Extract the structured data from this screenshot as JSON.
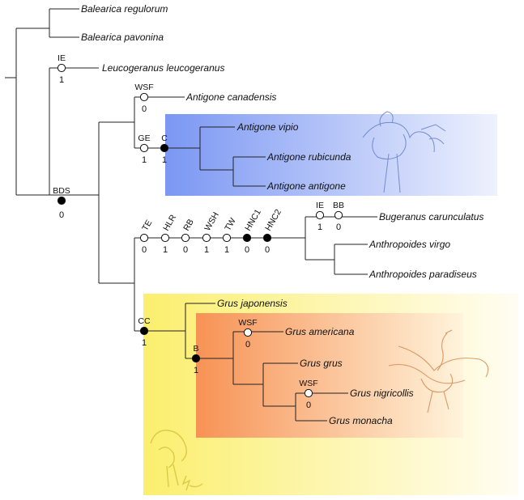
{
  "taxa": [
    "Balearica regulorum",
    "Balearica pavonina",
    "Leucogeranus leucogeranus",
    "Antigone canadensis",
    "Antigone vipio",
    "Antigone rubicunda",
    "Antigone antigone",
    "Bugeranus carunculatus",
    "Anthropoides virgo",
    "Anthropoides paradiseus",
    "Grus japonensis",
    "Grus americana",
    "Grus grus",
    "Grus nigricollis",
    "Grus monacha"
  ],
  "markers": [
    {
      "label": "IE",
      "state": "1",
      "filled": false
    },
    {
      "label": "BDS",
      "state": "0",
      "filled": true
    },
    {
      "label": "WSF",
      "state": "0",
      "filled": false
    },
    {
      "label": "GE",
      "state": "1",
      "filled": false
    },
    {
      "label": "C",
      "state": "1",
      "filled": true
    },
    {
      "label": "TE",
      "state": "0",
      "filled": false
    },
    {
      "label": "HLR",
      "state": "1",
      "filled": false
    },
    {
      "label": "RB",
      "state": "0",
      "filled": false
    },
    {
      "label": "WSH",
      "state": "1",
      "filled": false
    },
    {
      "label": "TW",
      "state": "1",
      "filled": false
    },
    {
      "label": "HNC1",
      "state": "0",
      "filled": true
    },
    {
      "label": "HNC2",
      "state": "0",
      "filled": true
    },
    {
      "label": "IE",
      "state": "1",
      "filled": false
    },
    {
      "label": "BB",
      "state": "0",
      "filled": false
    },
    {
      "label": "CC",
      "state": "1",
      "filled": true
    },
    {
      "label": "B",
      "state": "1",
      "filled": true
    },
    {
      "label": "WSF",
      "state": "0",
      "filled": false
    },
    {
      "label": "WSF",
      "state": "0",
      "filled": false
    }
  ],
  "colors": {
    "antigone_clade": "#7f9cf5",
    "grus_outer_clade": "#fbf07a",
    "grus_inner_clade": "#f7955a",
    "filled_marker": "#000000",
    "open_marker": "#ffffff"
  }
}
